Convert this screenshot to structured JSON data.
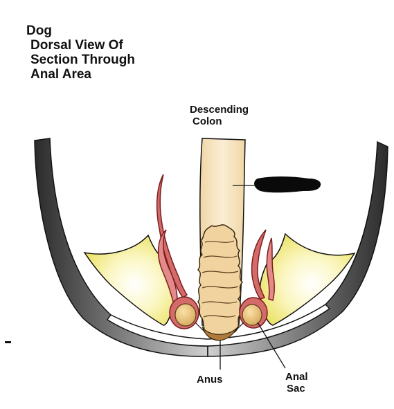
{
  "title": {
    "lines": [
      "Dog",
      "Dorsal View Of",
      "Section Through",
      "Anal Area"
    ]
  },
  "labels": {
    "descending_colon": [
      "Descending",
      "Colon"
    ],
    "anus": "Anus",
    "anal_sac": [
      "Anal",
      "Sac"
    ]
  },
  "colors": {
    "fat": "#f5f08a",
    "colon": "#f3dcb0",
    "muscle": "#d46a6a",
    "body_wall": "#3a3a3a",
    "redaction": "#0a0a0a"
  }
}
